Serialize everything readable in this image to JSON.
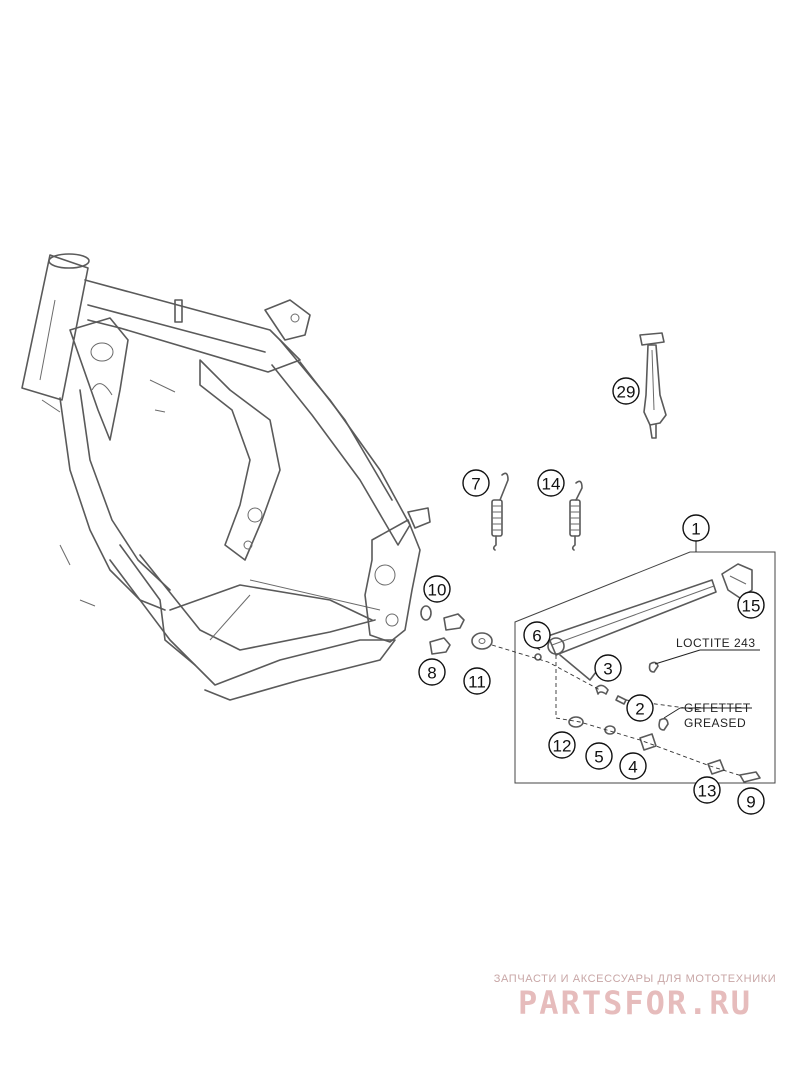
{
  "callouts": [
    {
      "id": "29",
      "label": "29"
    },
    {
      "id": "7",
      "label": "7"
    },
    {
      "id": "14",
      "label": "14"
    },
    {
      "id": "1",
      "label": "1"
    },
    {
      "id": "15",
      "label": "15"
    },
    {
      "id": "10",
      "label": "10"
    },
    {
      "id": "6",
      "label": "6"
    },
    {
      "id": "8",
      "label": "8"
    },
    {
      "id": "11",
      "label": "11"
    },
    {
      "id": "3",
      "label": "3"
    },
    {
      "id": "2",
      "label": "2"
    },
    {
      "id": "12",
      "label": "12"
    },
    {
      "id": "5",
      "label": "5"
    },
    {
      "id": "4",
      "label": "4"
    },
    {
      "id": "13",
      "label": "13"
    },
    {
      "id": "9",
      "label": "9"
    }
  ],
  "notes": {
    "loctite": "LOCTITE 243",
    "greased_de": "GEFETTET",
    "greased_en": "GREASED"
  },
  "watermark": {
    "subtitle": "ЗАПЧАСТИ И АКСЕССУАРЫ ДЛЯ МОТОТЕХНИКИ",
    "logo": "PARTSFOR.RU"
  }
}
